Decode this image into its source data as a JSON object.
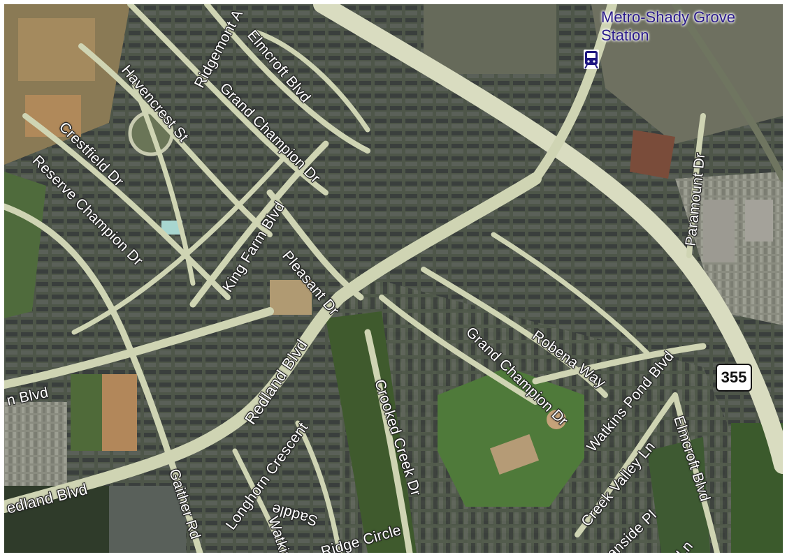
{
  "map": {
    "station": {
      "name_line1": "Metro-Shady Grove",
      "name_line2": "Station",
      "icon": "metro-train-icon"
    },
    "route_shield": {
      "number": "355",
      "icon": "highway-shield-icon"
    },
    "street_labels": [
      {
        "id": "ridgemont",
        "text": "Ridgemont A"
      },
      {
        "id": "elmcroft-top",
        "text": "Elmcroft Blvd"
      },
      {
        "id": "havencrest",
        "text": "Havencrest St"
      },
      {
        "id": "grand-champion-top",
        "text": "Grand Champion Dr"
      },
      {
        "id": "crestfield",
        "text": "Crestfield Dr"
      },
      {
        "id": "reserve-champion",
        "text": "Reserve Champion Dr"
      },
      {
        "id": "king-farm",
        "text": "King Farm Blvd"
      },
      {
        "id": "pleasant",
        "text": "Pleasant Dr"
      },
      {
        "id": "paramount",
        "text": "Paramount Dr"
      },
      {
        "id": "redland-mid",
        "text": "Redland Blvd"
      },
      {
        "id": "grand-champion-bottom",
        "text": "Grand Champion Dr"
      },
      {
        "id": "robena",
        "text": "Robena Way"
      },
      {
        "id": "watkins-pond",
        "text": "Watkins Pond Blvd"
      },
      {
        "id": "redland-left-top",
        "text": "n Blvd"
      },
      {
        "id": "crooked-creek",
        "text": "Crooked Creek Dr"
      },
      {
        "id": "longhorn",
        "text": "Longhorn Crescent"
      },
      {
        "id": "redland-left-bottom",
        "text": "edland Blvd"
      },
      {
        "id": "gaither",
        "text": "Gaither Rd"
      },
      {
        "id": "elmcroft-bottom",
        "text": "Elmcroft Blvd"
      },
      {
        "id": "creek-valley",
        "text": "Creek Valley Ln"
      },
      {
        "id": "watkins-bottom",
        "text": "Watkin"
      },
      {
        "id": "saddle",
        "text": "Saddle"
      },
      {
        "id": "ridge-circle",
        "text": "Ridge Circle"
      },
      {
        "id": "ranside",
        "text": "anside Pl"
      },
      {
        "id": "ln-bottom",
        "text": "Ln"
      }
    ],
    "colors": {
      "road": "#cfd4b3",
      "major_road": "#d9dcc0",
      "station_text": "#2a1a8a",
      "station_icon": "#1d1580"
    }
  }
}
